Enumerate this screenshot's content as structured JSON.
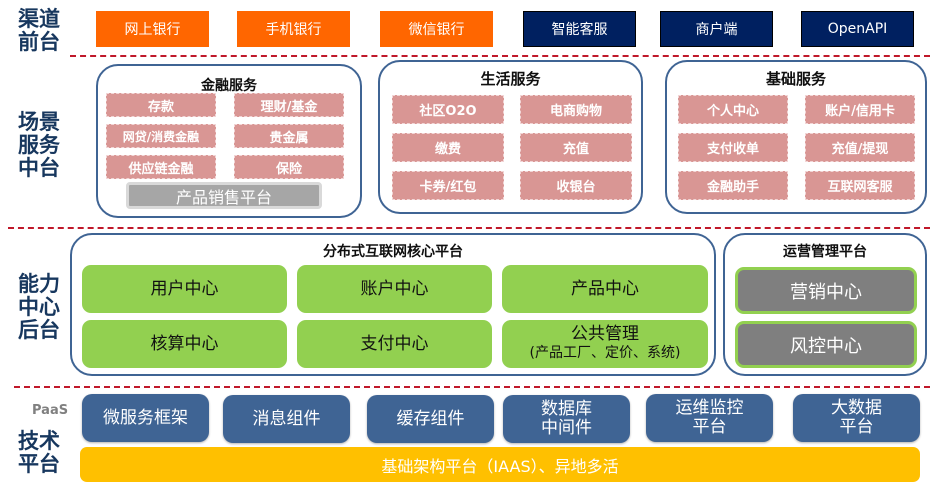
{
  "layers": {
    "channel": "渠道\n前台",
    "scene": "场景\n服务\n中台",
    "capability": "能力\n中心\n后台",
    "tech": "技术\n平台"
  },
  "channels": [
    {
      "label": "网上银行",
      "style": "orange"
    },
    {
      "label": "手机银行",
      "style": "orange"
    },
    {
      "label": "微信银行",
      "style": "orange"
    },
    {
      "label": "智能客服",
      "style": "navy"
    },
    {
      "label": "商户端",
      "style": "navy"
    },
    {
      "label": "OpenAPI",
      "style": "navy"
    }
  ],
  "scene_groups": {
    "finance": {
      "title": "金融服务",
      "items": [
        "存款",
        "理财/基金",
        "网贷/消费金融",
        "贵金属",
        "供应链金融",
        "保险"
      ],
      "footer": "产品销售平台"
    },
    "life": {
      "title": "生活服务",
      "items": [
        "社区O2O",
        "电商购物",
        "缴费",
        "充值",
        "卡券/红包",
        "收银台"
      ]
    },
    "basic": {
      "title": "基础服务",
      "items": [
        "个人中心",
        "账户/信用卡",
        "支付收单",
        "充值/提现",
        "金融助手",
        "互联网客服"
      ]
    }
  },
  "core_platform": {
    "title": "分布式互联网核心平台",
    "items": [
      {
        "label": "用户中心",
        "sub": ""
      },
      {
        "label": "账户中心",
        "sub": ""
      },
      {
        "label": "产品中心",
        "sub": ""
      },
      {
        "label": "核算中心",
        "sub": ""
      },
      {
        "label": "支付中心",
        "sub": ""
      },
      {
        "label": "公共管理",
        "sub": "(产品工厂、定价、系统)"
      }
    ]
  },
  "ops_platform": {
    "title": "运营管理平台",
    "items": [
      "营销中心",
      "风控中心"
    ]
  },
  "tech": {
    "paas_label": "PaaS",
    "components": [
      {
        "line1": "微服务框架",
        "line2": ""
      },
      {
        "line1": "消息组件",
        "line2": ""
      },
      {
        "line1": "缓存组件",
        "line2": ""
      },
      {
        "line1": "数据库",
        "line2": "中间件"
      },
      {
        "line1": "运维监控",
        "line2": "平台"
      },
      {
        "line1": "大数据",
        "line2": "平台"
      }
    ],
    "base": "基础架构平台（IAAS）、异地多活"
  },
  "colors": {
    "orange": "#ff6600",
    "navy": "#002060",
    "pink": "#d99694",
    "green": "#92d050",
    "steel_blue": "#3f6494",
    "gold": "#ffc000",
    "dashed_red": "#c0182a"
  }
}
